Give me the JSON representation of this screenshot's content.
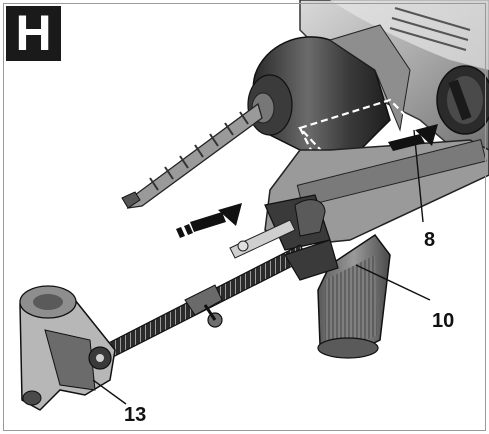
{
  "figure": {
    "label": "H",
    "callouts": [
      {
        "id": "8",
        "text": "8"
      },
      {
        "id": "10",
        "text": "10"
      },
      {
        "id": "13",
        "text": "13"
      }
    ]
  },
  "colors": {
    "ink": "#111111",
    "badge": "#1a1a1a",
    "body_grey": "#9e9e9e",
    "dark_grey": "#3a3a3a",
    "light_grey": "#cfcfcf"
  }
}
